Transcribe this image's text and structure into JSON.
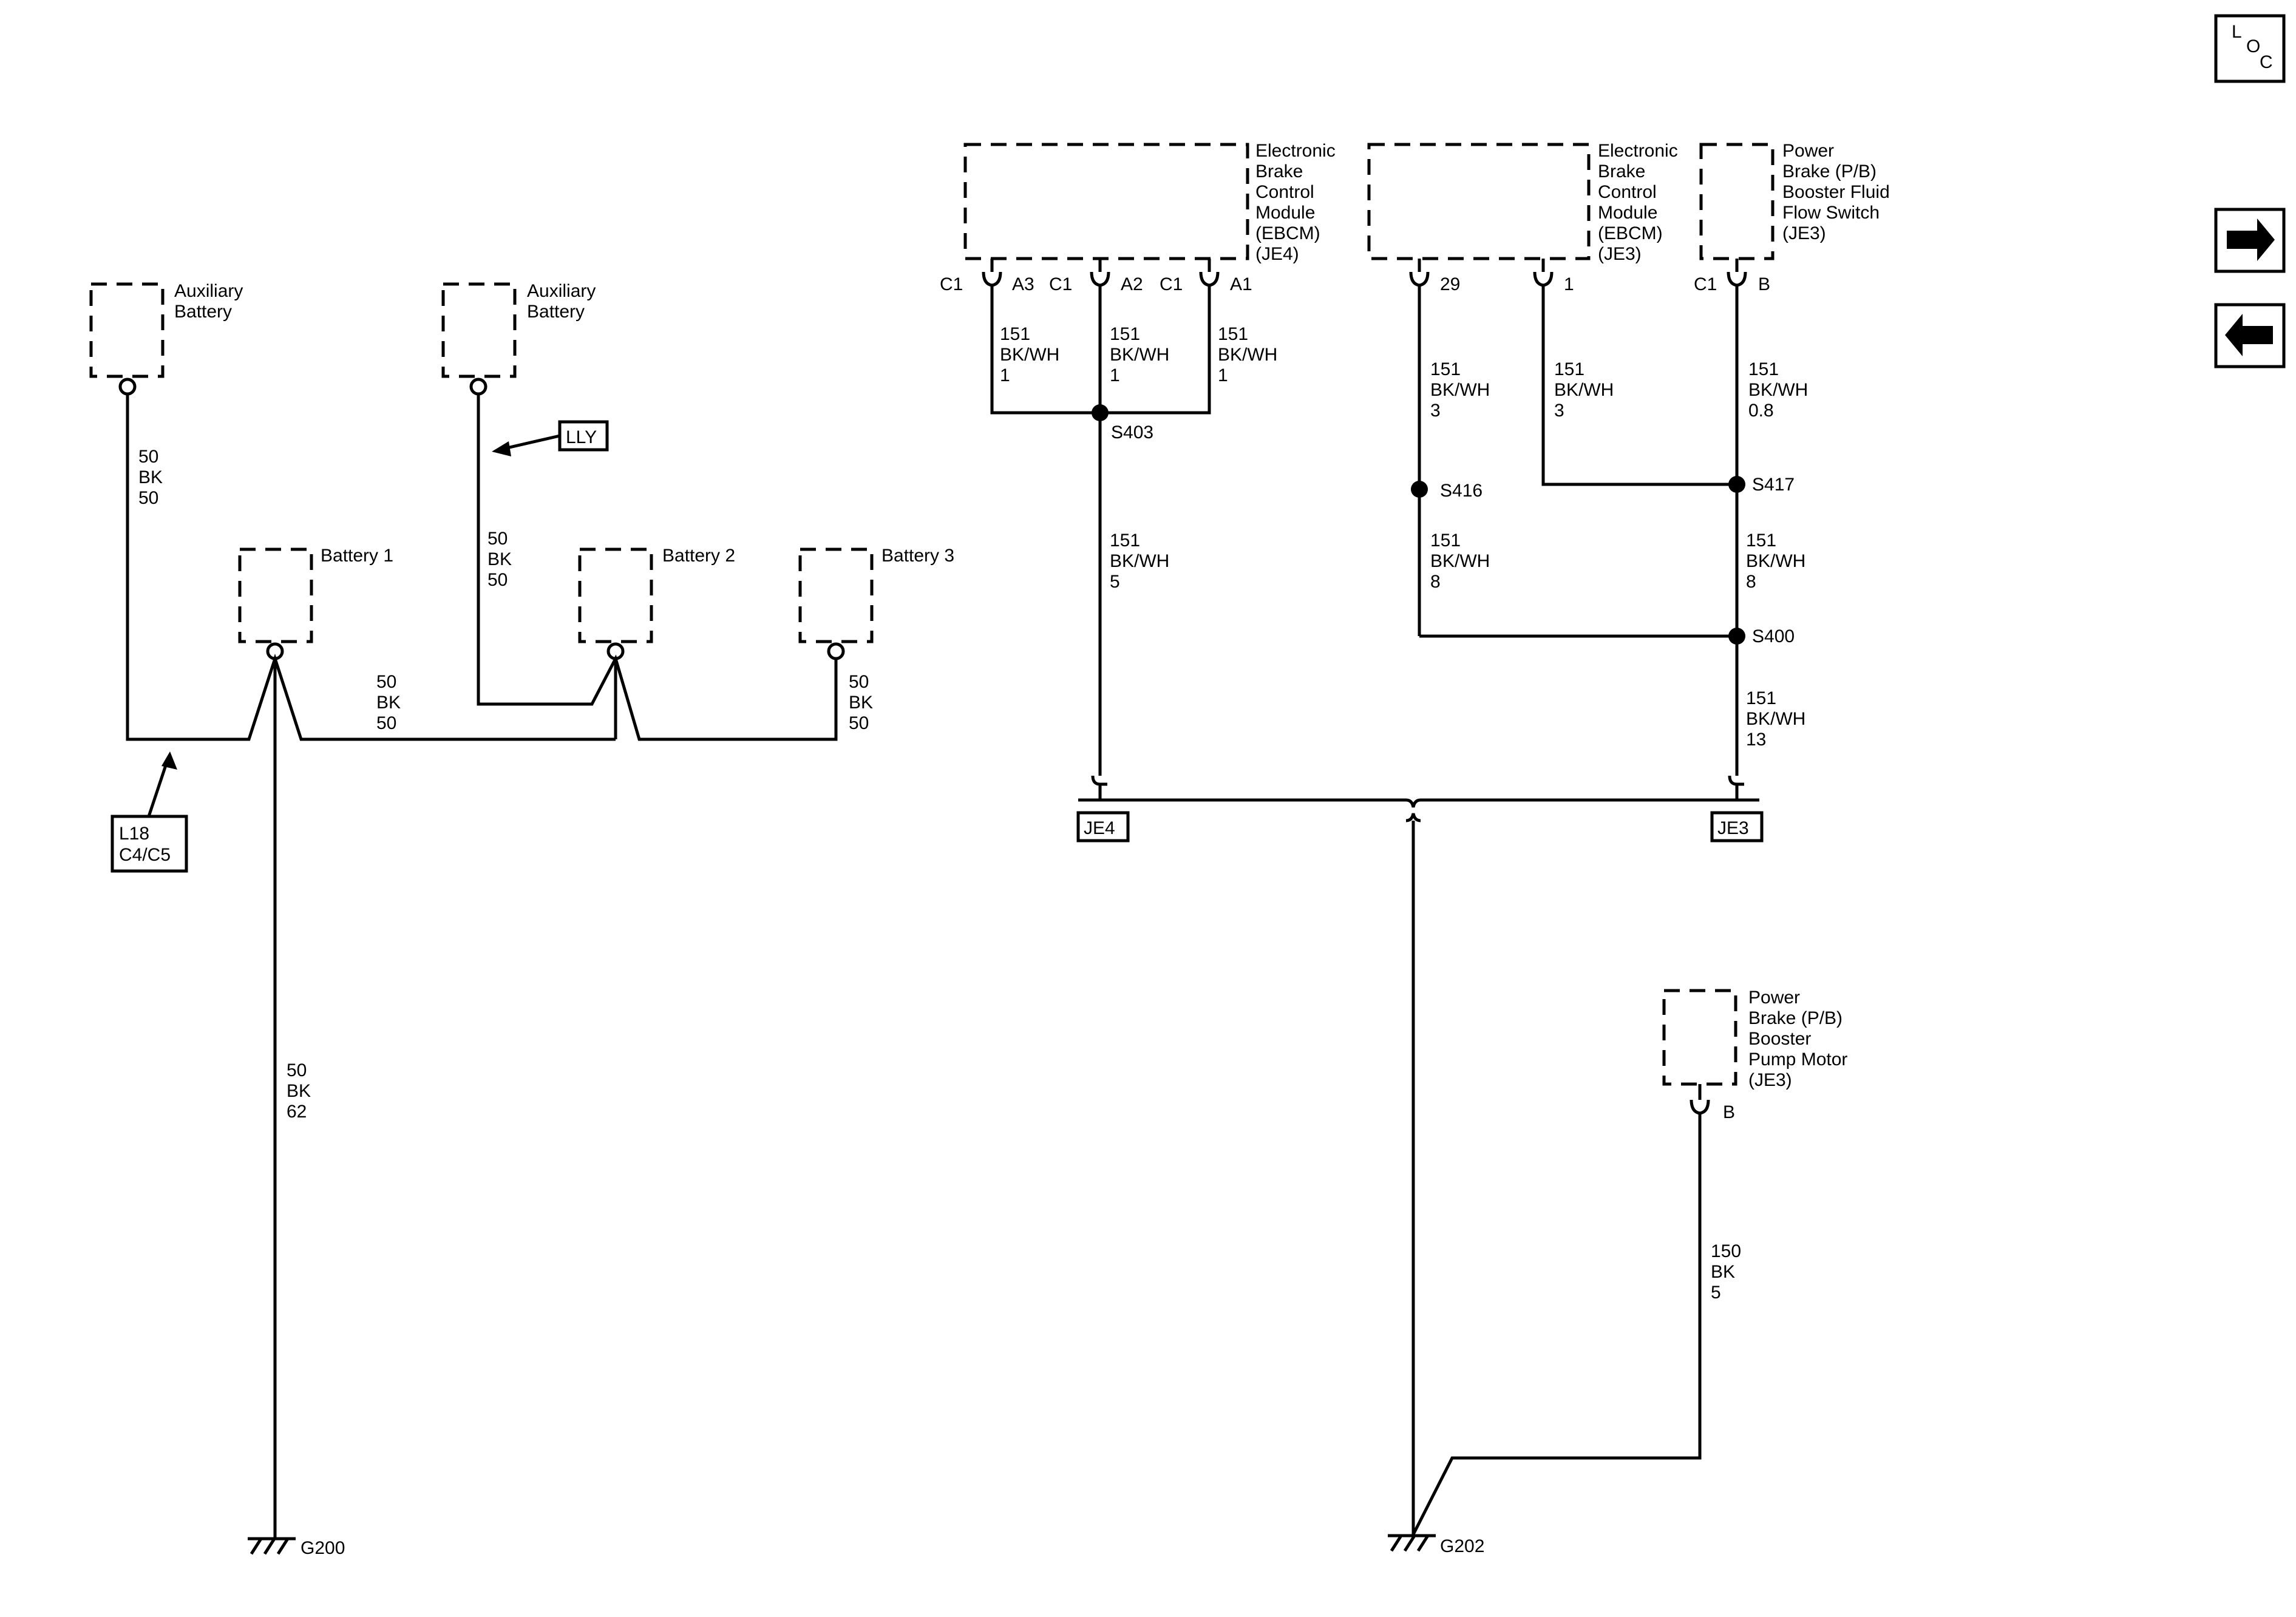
{
  "nav": {
    "loc": {
      "l": "L",
      "o": "O",
      "c": "C"
    },
    "forward_icon": "arrow-right-icon",
    "back_icon": "arrow-left-icon"
  },
  "components": {
    "aux_battery_1": [
      "Auxiliary",
      "Battery"
    ],
    "aux_battery_2": [
      "Auxiliary",
      "Battery"
    ],
    "battery_1": "Battery 1",
    "battery_2": "Battery 2",
    "battery_3": "Battery 3",
    "ebcm_je4": [
      "Electronic",
      "Brake",
      "Control",
      "Module",
      "(EBCM)",
      "(JE4)"
    ],
    "ebcm_je3": [
      "Electronic",
      "Brake",
      "Control",
      "Module",
      "(EBCM)",
      "(JE3)"
    ],
    "flow_switch": [
      "Power",
      "Brake (P/B)",
      "Booster Fluid",
      "Flow Switch",
      "(JE3)"
    ],
    "pump_motor": [
      "Power",
      "Brake (P/B)",
      "Booster",
      "Pump Motor",
      "(JE3)"
    ]
  },
  "pins": {
    "ebcm_je4_a3": {
      "conn": "C1",
      "pin": "A3"
    },
    "ebcm_je4_a2": {
      "conn": "C1",
      "pin": "A2"
    },
    "ebcm_je4_a1": {
      "conn": "C1",
      "pin": "A1"
    },
    "ebcm_je3_29": {
      "pin": "29"
    },
    "ebcm_je3_1": {
      "pin": "1"
    },
    "flow_switch_b": {
      "conn": "C1",
      "pin": "B"
    },
    "pump_motor_b": {
      "pin": "B"
    }
  },
  "wires": {
    "aux1": [
      "50",
      "BK",
      "50"
    ],
    "aux2": [
      "50",
      "BK",
      "50"
    ],
    "bat_bus": [
      "50",
      "BK",
      "50"
    ],
    "bat3": [
      "50",
      "BK",
      "50"
    ],
    "ground_g200": [
      "50",
      "BK",
      "62"
    ],
    "ebcm_a3": [
      "151",
      "BK/WH",
      "1"
    ],
    "ebcm_a2": [
      "151",
      "BK/WH",
      "1"
    ],
    "ebcm_a1": [
      "151",
      "BK/WH",
      "1"
    ],
    "s403_down": [
      "151",
      "BK/WH",
      "5"
    ],
    "ebcm3_29": [
      "151",
      "BK/WH",
      "3"
    ],
    "ebcm3_1": [
      "151",
      "BK/WH",
      "3"
    ],
    "flow_sw": [
      "151",
      "BK/WH",
      "0.8"
    ],
    "s416_down": [
      "151",
      "BK/WH",
      "8"
    ],
    "s417_down": [
      "151",
      "BK/WH",
      "8"
    ],
    "s400_down": [
      "151",
      "BK/WH",
      "13"
    ],
    "pump": [
      "150",
      "BK",
      "5"
    ]
  },
  "splices": {
    "s403": "S403",
    "s416": "S416",
    "s417": "S417",
    "s400": "S400"
  },
  "grounds": {
    "g200": "G200",
    "g202": "G202"
  },
  "option_tags": {
    "lly": "LLY",
    "l18": [
      "L18",
      "C4/C5"
    ],
    "je4": "JE4",
    "je3": "JE3"
  }
}
